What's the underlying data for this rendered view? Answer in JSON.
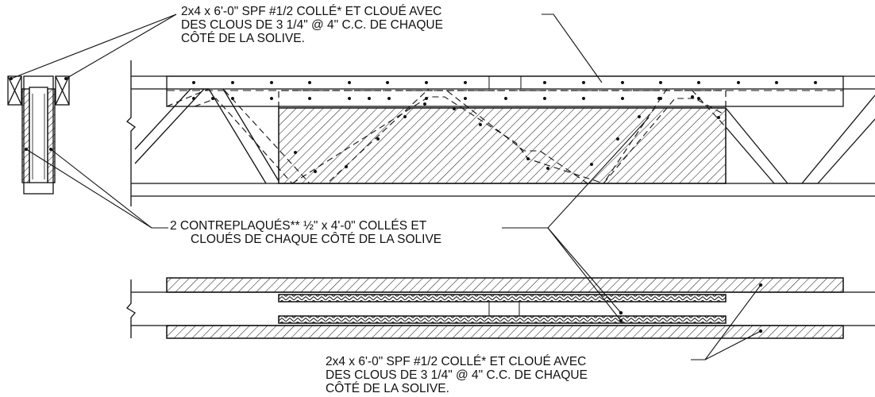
{
  "notes": {
    "top": {
      "line1": "2x4 x 6'-0\" SPF #1/2 COLLÉ*  ET CLOUÉ AVEC",
      "line2": "DES CLOUS DE 3 1/4\" @ 4\" C.C. DE CHAQUE",
      "line3": "CÔTÉ DE LA SOLIVE."
    },
    "middle": {
      "line1": "2 CONTREPLAQUÉS** ½\" x 4'-0\" COLLÉS ET",
      "line2": "CLOUÉS DE CHAQUE CÔTÉ DE LA SOLIVE"
    },
    "bottom": {
      "line1": "2x4 x 6'-0\" SPF #1/2 COLLÉ*  ET CLOUÉ AVEC",
      "line2": "DES CLOUS DE 3 1/4\" @ 4\" C.C. DE CHAQUE",
      "line3": "CÔTÉ DE LA SOLIVE."
    }
  },
  "colors": {
    "ink": "#111111",
    "paper": "#ffffff"
  }
}
